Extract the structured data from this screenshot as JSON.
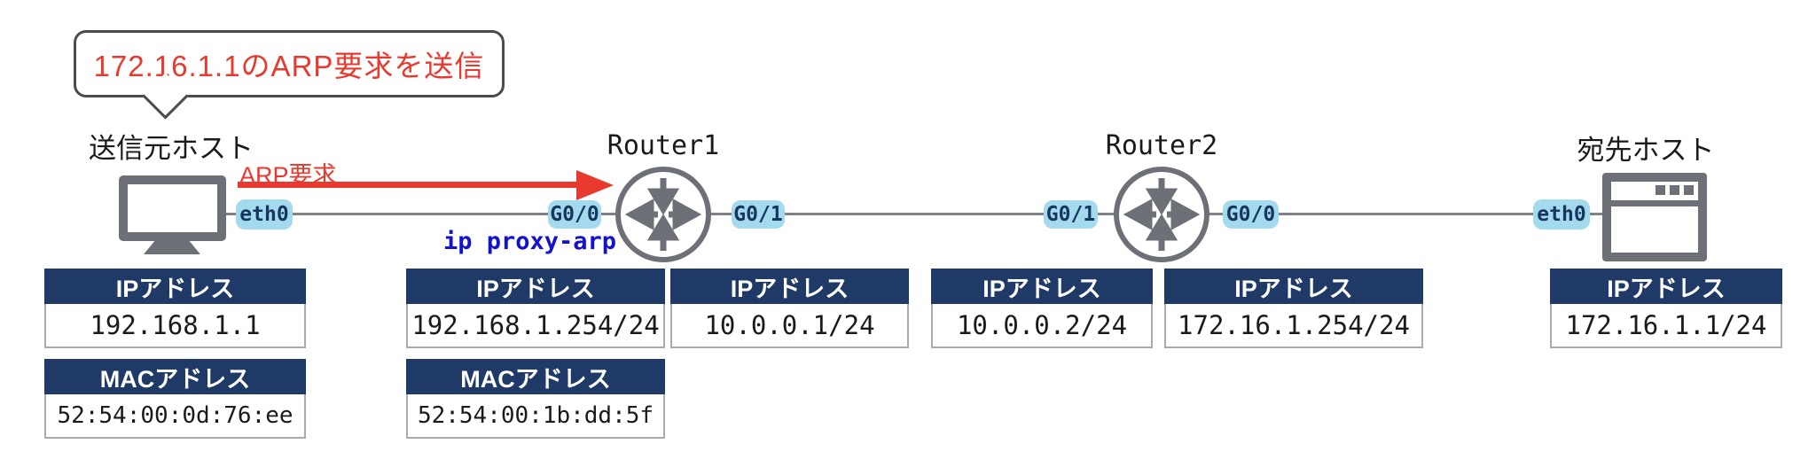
{
  "callout": {
    "text": "172.16.1.1のARP要求を送信"
  },
  "arp_arrow": {
    "label": "ARP要求"
  },
  "source_host": {
    "label": "送信元ホスト",
    "badge": "eth0"
  },
  "router1": {
    "label": "Router1",
    "left_badge": "G0/0",
    "right_badge": "G0/1",
    "command": "ip proxy-arp"
  },
  "router2": {
    "label": "Router2",
    "left_badge": "G0/1",
    "right_badge": "G0/0"
  },
  "dest_host": {
    "label": "宛先ホスト",
    "badge": "eth0"
  },
  "labels": {
    "ip_header": "IPアドレス",
    "mac_header": "MACアドレス"
  },
  "tables": {
    "source_host": {
      "ip": "192.168.1.1",
      "mac": "52:54:00:0d:76:ee"
    },
    "router1_left": {
      "ip": "192.168.1.254/24",
      "mac": "52:54:00:1b:dd:5f"
    },
    "router1_right": {
      "ip": "10.0.0.1/24"
    },
    "router2_left": {
      "ip": "10.0.0.2/24"
    },
    "router2_right": {
      "ip": "172.16.1.254/24"
    },
    "dest_host": {
      "ip": "172.16.1.1/24"
    }
  },
  "colors": {
    "table_header_bg": "#1f3a66",
    "badge_bg": "#a4daed",
    "badge_text": "#17365e",
    "arrow_red": "#e8392f",
    "command_blue": "#1313cd",
    "icon_gray": "#6d7177",
    "line_gray": "#7f8287"
  }
}
